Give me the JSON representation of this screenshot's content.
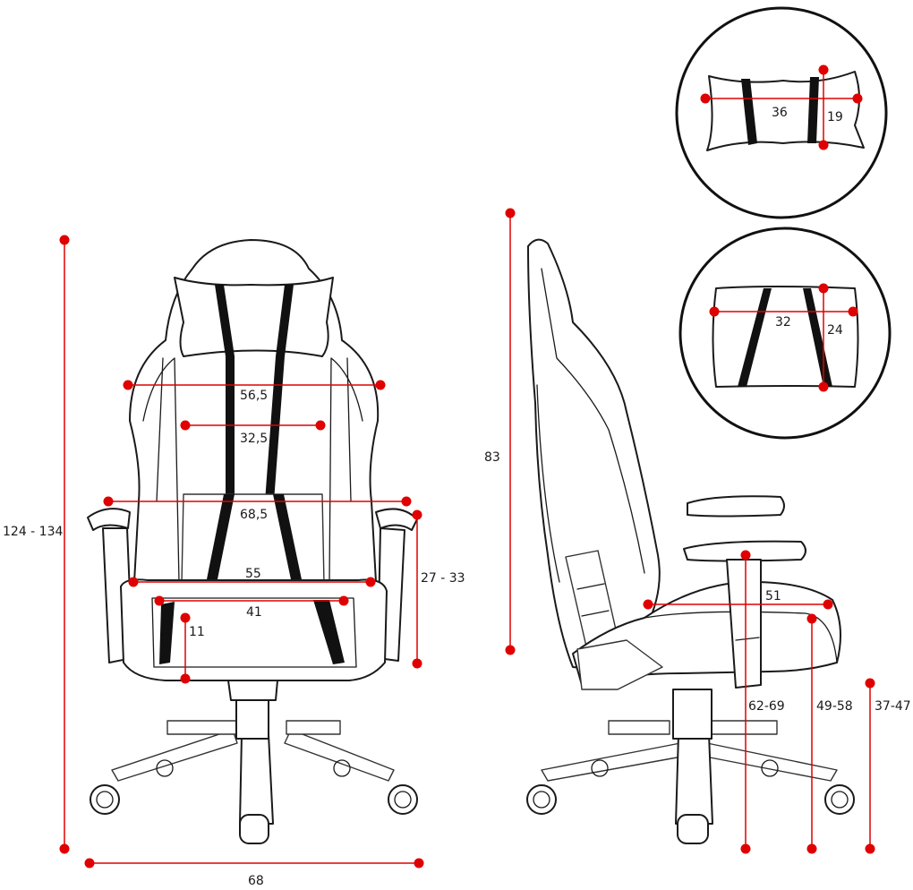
{
  "accent_color": "#e00000",
  "line_color": "#1a1a1a",
  "front_view": {
    "overall_height": "124 - 134",
    "base_width": "68",
    "shoulder_width": "56,5",
    "backrest_inner_width": "32,5",
    "armrest_span": "68,5",
    "armrest_height": "27 - 33",
    "seat_width": "55",
    "seat_inner_width": "41",
    "seat_thickness": "11"
  },
  "side_view": {
    "backrest_height": "83",
    "seat_depth": "51",
    "armrest_floor_height": "62-69",
    "seat_floor_height": "49-58",
    "low_height": "37-47"
  },
  "head_pillow": {
    "width": "36",
    "height": "19"
  },
  "lumbar_pillow": {
    "width": "32",
    "height": "24"
  }
}
